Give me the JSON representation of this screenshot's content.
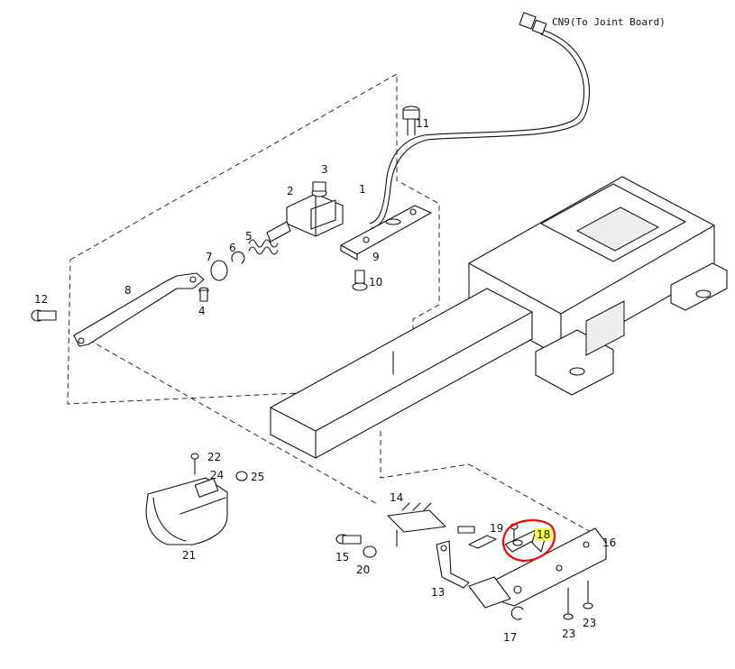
{
  "connector": {
    "label": "CN9(To Joint Board)"
  },
  "highlight": {
    "part": "18",
    "marker_color": "#ff0000",
    "label_bg": "#ffff33"
  },
  "callouts": {
    "p1": "1",
    "p2": "2",
    "p3": "3",
    "p4": "4",
    "p5": "5",
    "p6": "6",
    "p7": "7",
    "p8": "8",
    "p9": "9",
    "p10": "10",
    "p11": "11",
    "p12": "12",
    "p13": "13",
    "p14": "14",
    "p15": "15",
    "p16": "16",
    "p17": "17",
    "p18": "18",
    "p19": "19",
    "p20": "20",
    "p21": "21",
    "p22": "22",
    "p23a": "23",
    "p23b": "23",
    "p24": "24",
    "p25": "25"
  }
}
